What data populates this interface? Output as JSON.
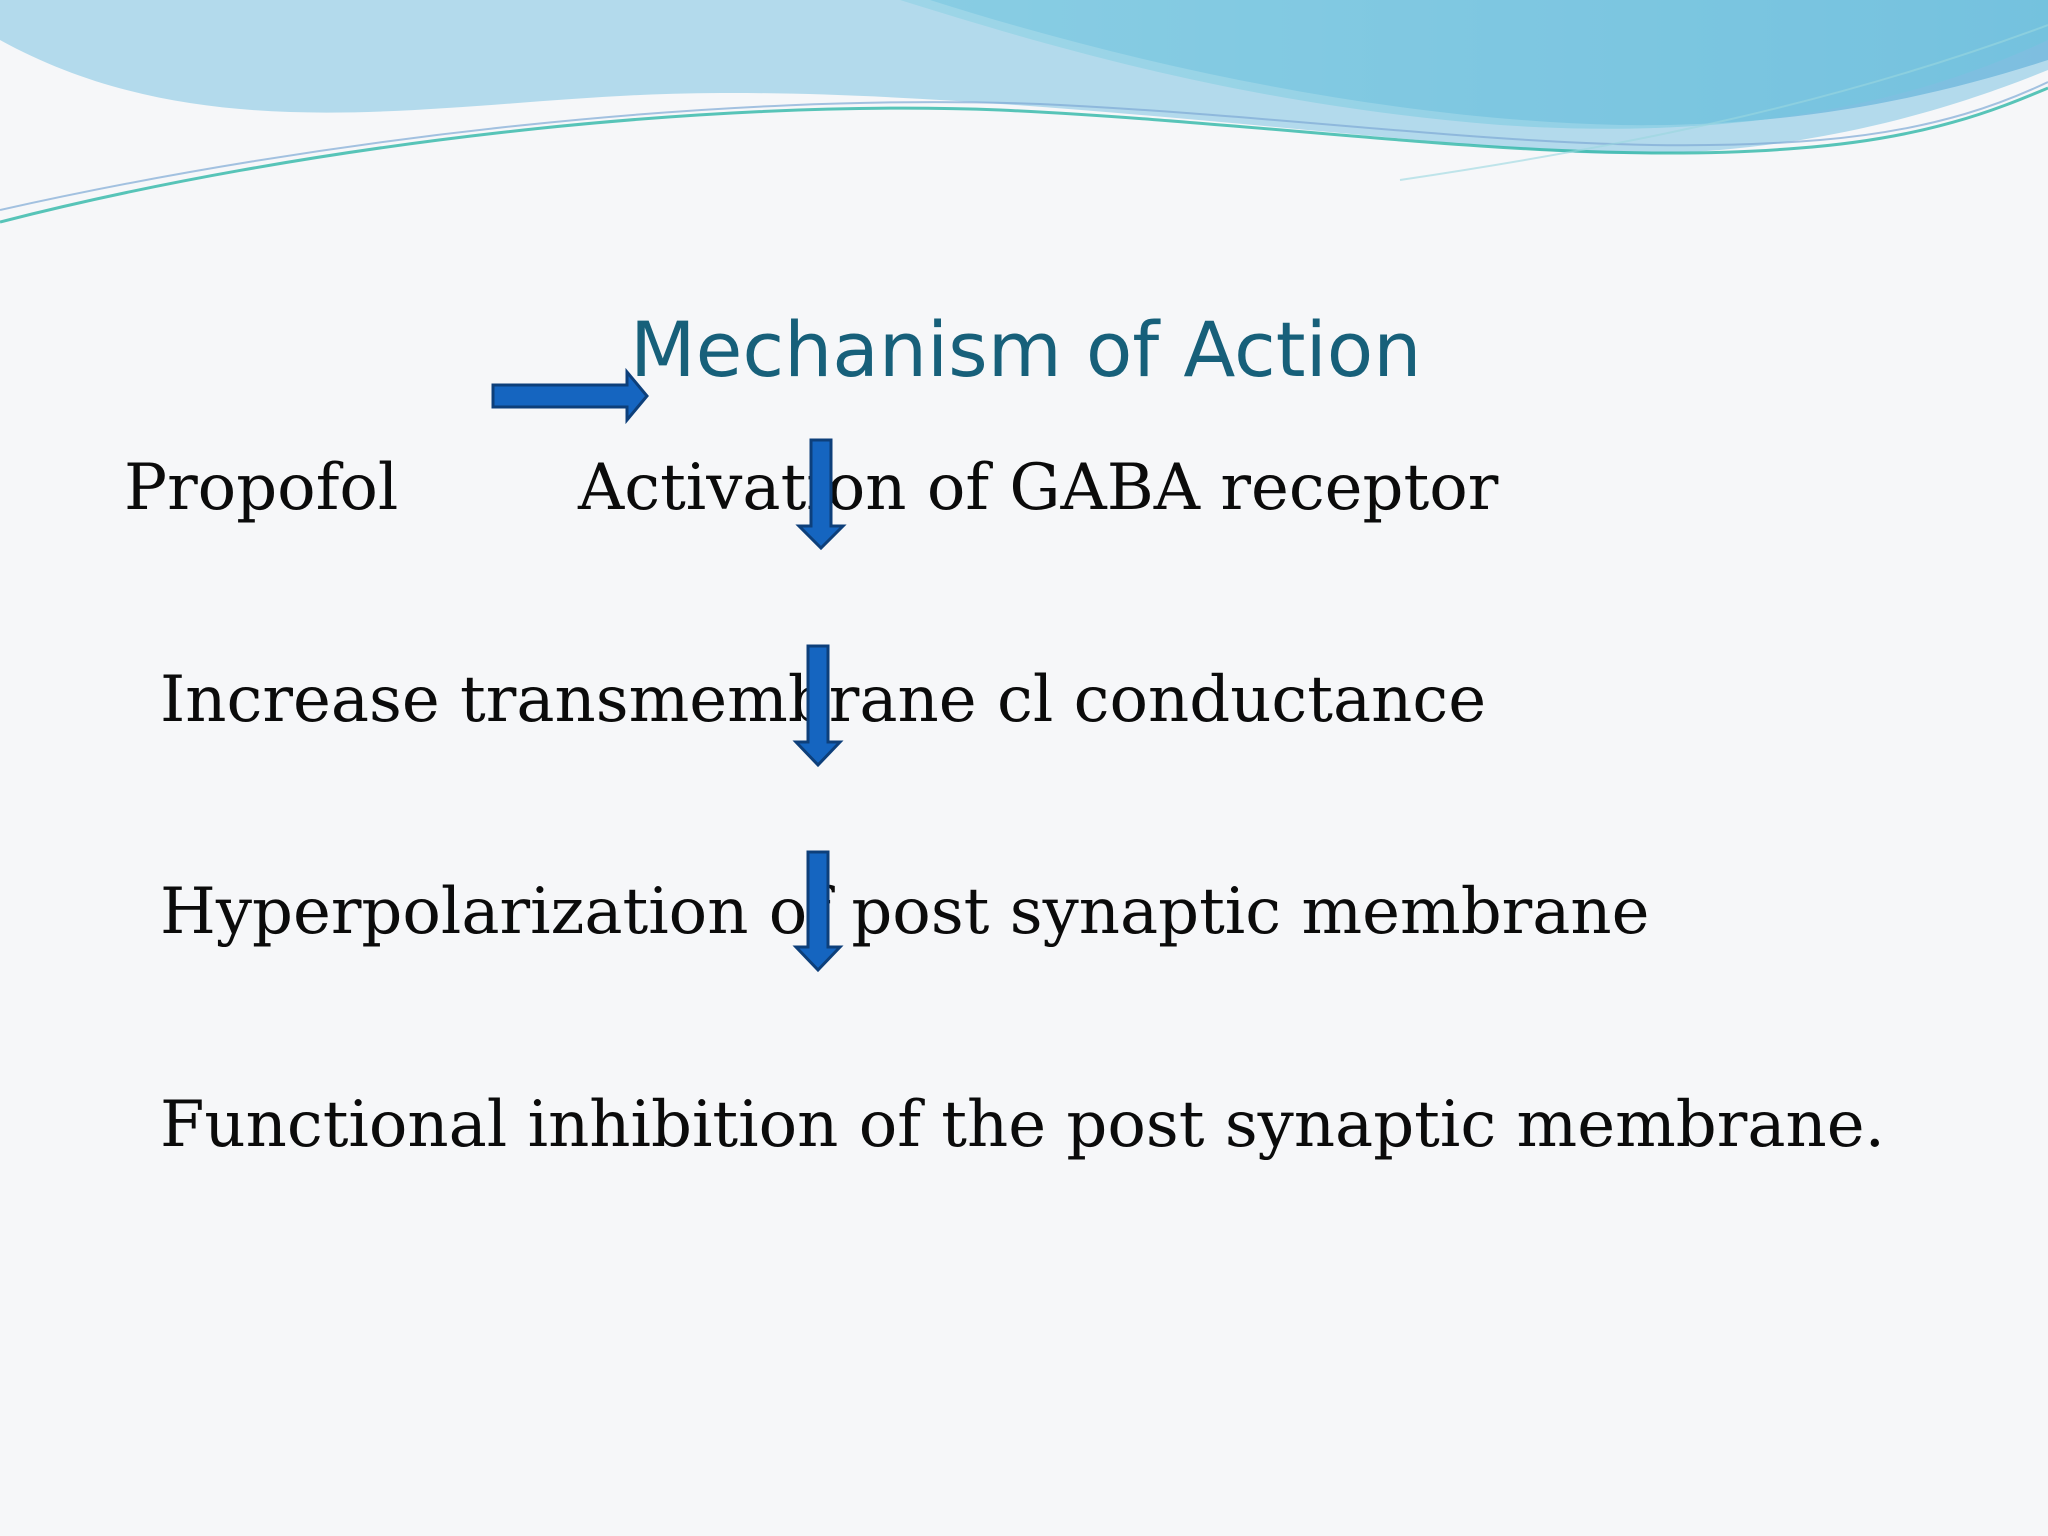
{
  "slide": {
    "title": "Mechanism of Action",
    "steps": {
      "drug": "Propofol",
      "activation": "Activation of GABA receptor",
      "conductance": "Increase transmembrane cl conductance",
      "hyperpolarization": "Hyperpolarization of post synaptic membrane",
      "inhibition": "Functional inhibition of the post synaptic membrane."
    }
  },
  "colors": {
    "title": "#17607a",
    "text": "#0b0b0b",
    "arrow_fill": "#1565c0",
    "arrow_stroke": "#0d3f7a",
    "wave_teal": "#5fd3e0",
    "wave_blue": "#7bb8db"
  },
  "icons": {
    "right_arrow": "right-arrow-icon",
    "down_arrow": "down-arrow-icon"
  }
}
